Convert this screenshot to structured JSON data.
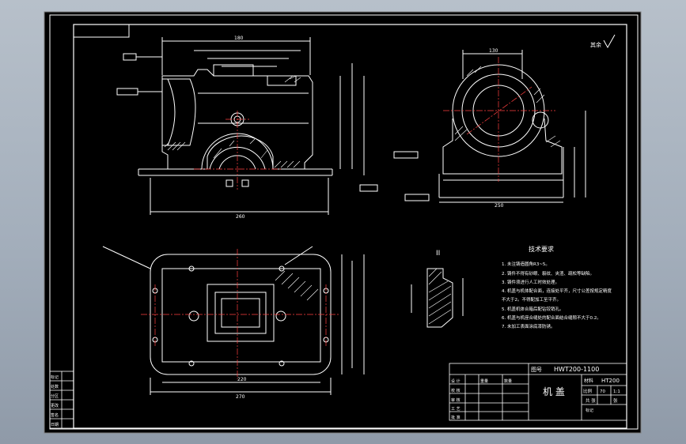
{
  "colors": {
    "paper": "#000000",
    "line": "#ffffff",
    "dim": "#ffffff",
    "center": "#ff4040",
    "hatch": "#ffffff",
    "note": "#ffff00"
  },
  "roughness_symbol": "其余",
  "section_label": "II",
  "tech_requirements": {
    "title": "技术要求",
    "items": [
      "1. 未注铸造圆角R3~5。",
      "2. 铸件不得有砂眼、裂纹、夹渣、疏松等缺陷。",
      "3. 铸件须进行人工时效处理。",
      "4. 机盖与机体配合面，连接处平齐，尺寸公差按规定精度",
      "   不大于2。不得配加工至平齐。",
      "5. 机盖机体合箱后配钻铰销孔。",
      "6. 机盖与机座合缝处的配合面结合缝隙不大于0.2。",
      "7. 未加工表面涂底漆防锈。"
    ]
  },
  "title_block": {
    "drawing_no_label": "图号",
    "drawing_no": "HWT200-1100",
    "part_name": "机 盖",
    "material_label": "材料",
    "material": "HT200",
    "scale_label": "比例",
    "scale": "1:1",
    "quantity": "70",
    "sheet_label": "张",
    "total": "共 张",
    "row_labels": [
      "设 计",
      "校 核",
      "审 核",
      "工 艺",
      "批 准"
    ],
    "extra_labels": [
      "重量",
      "数量",
      "标记"
    ]
  },
  "left_strip_labels": [
    "标记",
    "处数",
    "分区",
    "更改",
    "签名",
    "日期"
  ],
  "dimensions": {
    "front_top": "180",
    "front_bottom": "260",
    "side_top": "130",
    "side_bottom": "250",
    "plan_bottom": "270",
    "plan_inner": "220"
  }
}
